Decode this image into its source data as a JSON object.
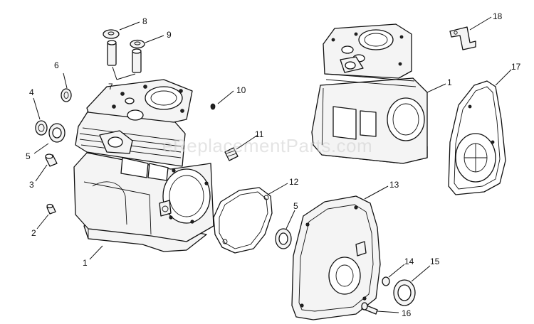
{
  "diagram": {
    "watermark": "eReplacementParts.com",
    "callouts": [
      {
        "id": "8",
        "label": "8"
      },
      {
        "id": "9",
        "label": "9"
      },
      {
        "id": "6",
        "label": "6"
      },
      {
        "id": "7",
        "label": "7"
      },
      {
        "id": "4",
        "label": "4"
      },
      {
        "id": "10",
        "label": "10"
      },
      {
        "id": "5a",
        "label": "5"
      },
      {
        "id": "3",
        "label": "3"
      },
      {
        "id": "11",
        "label": "11"
      },
      {
        "id": "2",
        "label": "2"
      },
      {
        "id": "1a",
        "label": "1"
      },
      {
        "id": "12",
        "label": "12"
      },
      {
        "id": "5b",
        "label": "5"
      },
      {
        "id": "13",
        "label": "13"
      },
      {
        "id": "14",
        "label": "14"
      },
      {
        "id": "15",
        "label": "15"
      },
      {
        "id": "16",
        "label": "16"
      },
      {
        "id": "18",
        "label": "18"
      },
      {
        "id": "17",
        "label": "17"
      },
      {
        "id": "1b",
        "label": "1"
      }
    ]
  }
}
